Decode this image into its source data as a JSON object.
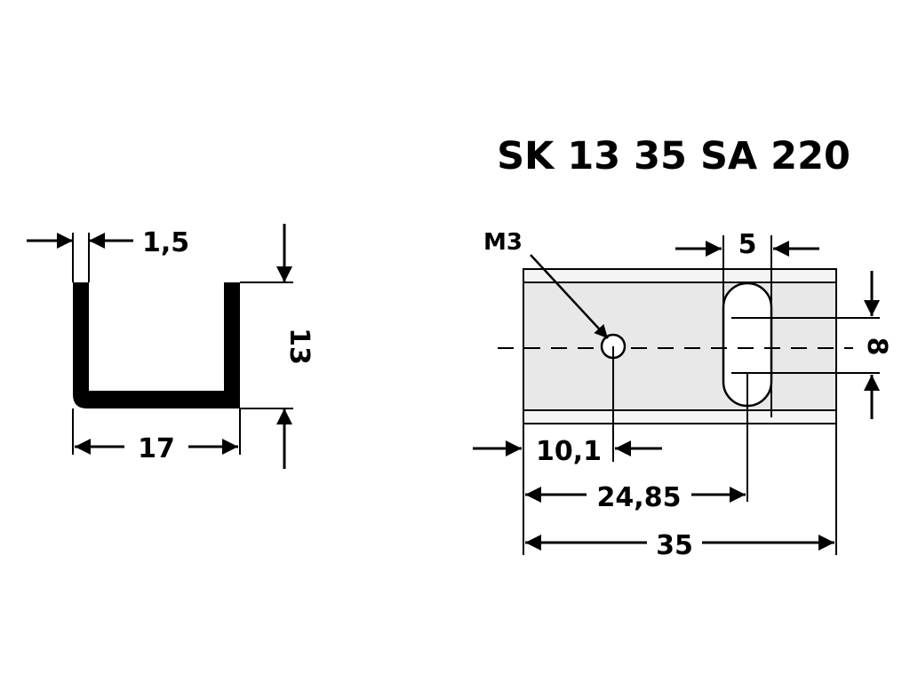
{
  "title": "SK 13 35 SA 220",
  "profile": {
    "thickness": "1,5",
    "height": "13",
    "width": "17"
  },
  "top_view": {
    "thread": "M3",
    "slot_width": "5",
    "slot_length": "8",
    "hole_offset": "10,1",
    "slot_offset": "24,85",
    "length": "35"
  },
  "colors": {
    "line": "#000000",
    "fill": "#e8e8e8",
    "background": "#ffffff"
  }
}
